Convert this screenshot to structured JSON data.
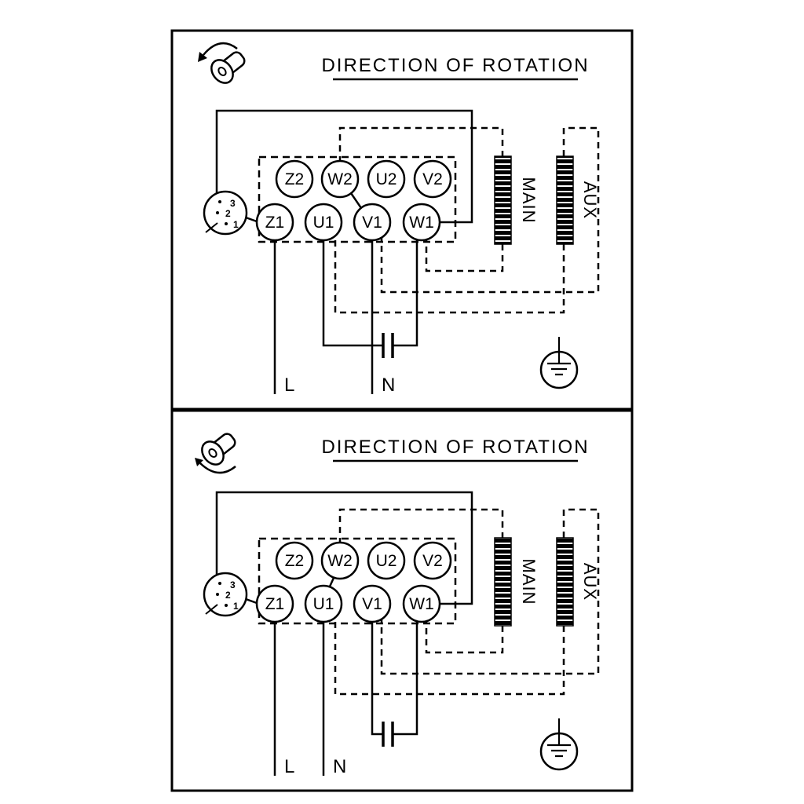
{
  "colors": {
    "background": "#ffffff",
    "line": "#000000"
  },
  "icons": {
    "rotation_top": "rotation-shaft-ccw-icon",
    "rotation_bottom": "rotation-shaft-cw-icon",
    "ground": "earth-ground-icon",
    "capacitor": "capacitor-icon",
    "selector_switch": "selector-switch-icon"
  },
  "panel1": {
    "title": "DIRECTION OF ROTATION",
    "terminals": {
      "z2": "Z2",
      "w2": "W2",
      "u2": "U2",
      "v2": "V2",
      "z1": "Z1",
      "u1": "U1",
      "v1": "V1",
      "w1": "W1"
    },
    "windings": {
      "main": "MAIN",
      "aux": "AUX"
    },
    "switch_positions": {
      "p3": "3",
      "p2": "2",
      "p1": "1"
    },
    "supply": {
      "line": "L",
      "neutral": "N"
    }
  },
  "panel2": {
    "title": "DIRECTION OF ROTATION",
    "terminals": {
      "z2": "Z2",
      "w2": "W2",
      "u2": "U2",
      "v2": "V2",
      "z1": "Z1",
      "u1": "U1",
      "v1": "V1",
      "w1": "W1"
    },
    "windings": {
      "main": "MAIN",
      "aux": "AUX"
    },
    "switch_positions": {
      "p3": "3",
      "p2": "2",
      "p1": "1"
    },
    "supply": {
      "line": "L",
      "neutral": "N"
    }
  }
}
